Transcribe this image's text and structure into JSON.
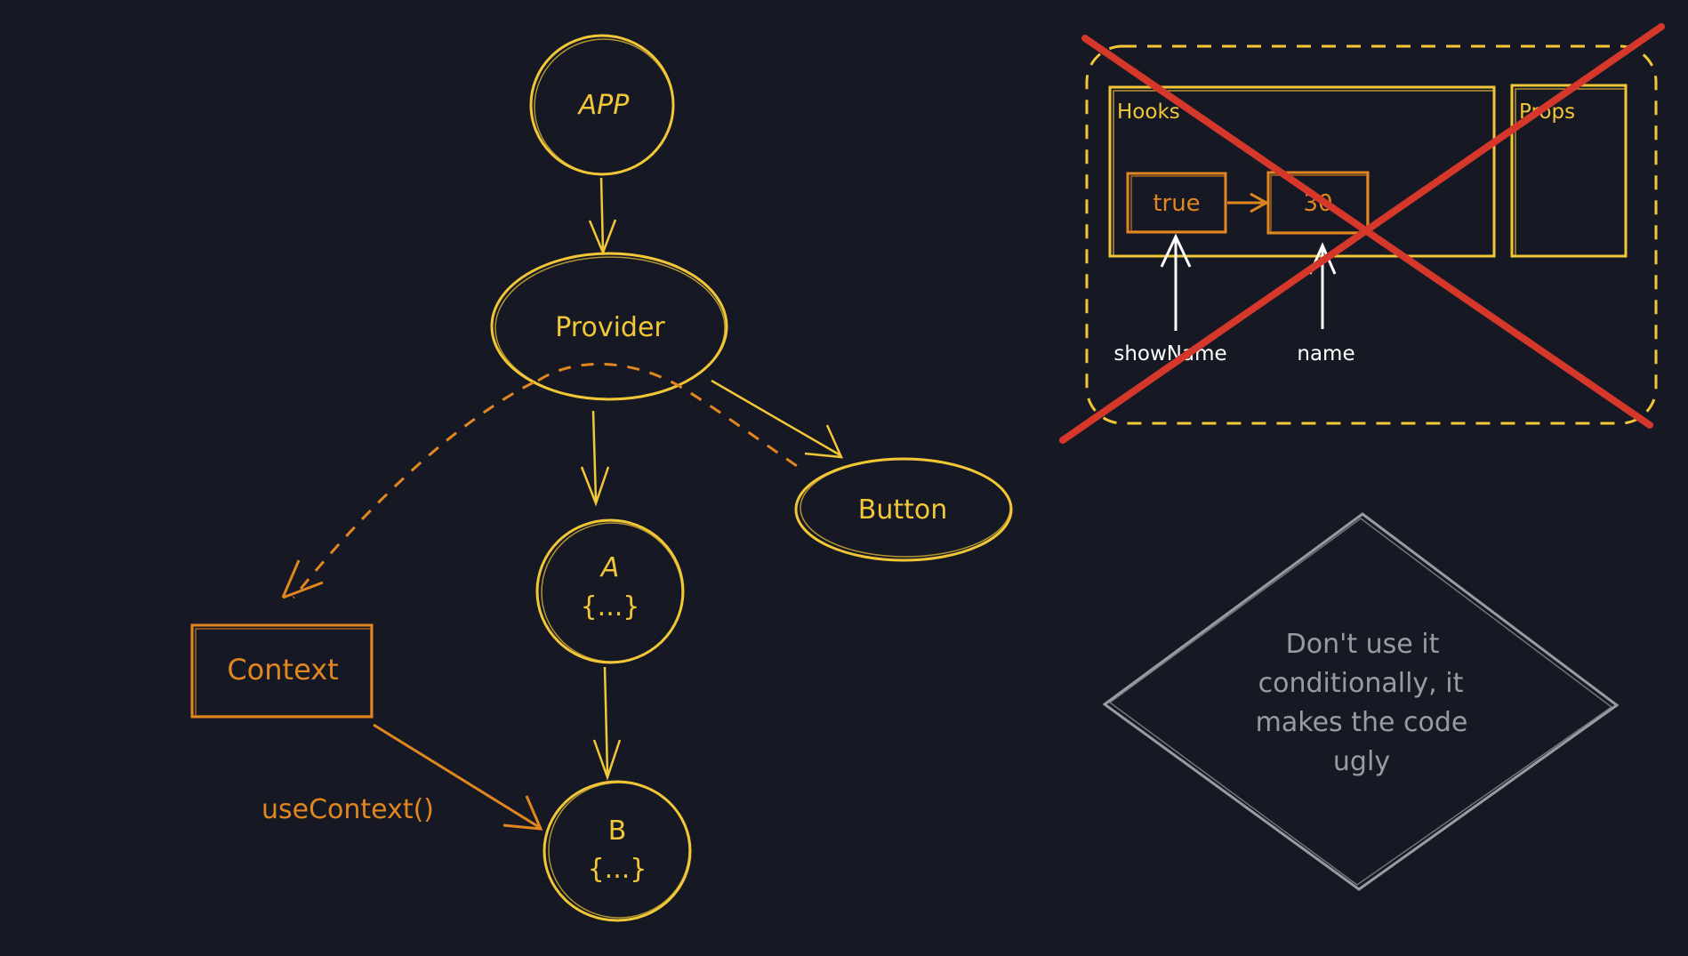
{
  "colors": {
    "background": "#161924",
    "yellow": "#f2c737",
    "orange": "#e2861f",
    "white": "#ffffff",
    "red": "#d5382b",
    "gray": "#9a9aa2"
  },
  "tree": {
    "app": "APP",
    "provider": "Provider",
    "button": "Button",
    "a_label": "A",
    "a_body": "{...}",
    "b_label": "B",
    "b_body": "{...}",
    "context": "Context",
    "use_context": "useContext()"
  },
  "memory": {
    "hooks_label": "Hooks",
    "props_label": "Props",
    "hook_value_1": "true",
    "hook_value_2": "30",
    "pointer_1": "showName",
    "pointer_2": "name",
    "crossed_out": true
  },
  "note": {
    "lines": [
      "Don't use it",
      "conditionally, it",
      "makes the code",
      "ugly"
    ]
  }
}
